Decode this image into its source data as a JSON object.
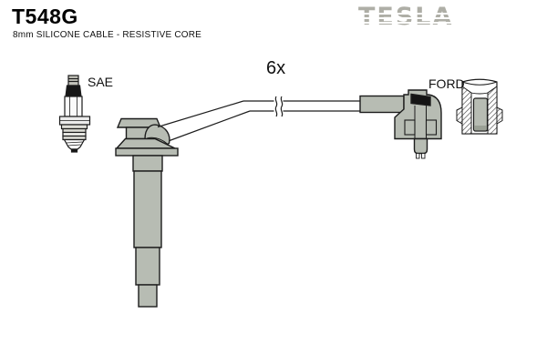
{
  "header": {
    "part_number": "T548G",
    "spec": "8mm SILICONE CABLE - RESISTIVE CORE",
    "brand": "TESLA"
  },
  "diagram": {
    "plug_type_label": "SAE",
    "qty_label": "6x",
    "connector_type_label": "FORD"
  },
  "icons": {
    "spark-plug-icon": "svg line drawing of spark plug",
    "coil-boot-icon": "svg drawing of long gray coil-on-plug boot",
    "ignition-cable-icon": "two parallel lines with break squiggle",
    "elbow-connector-icon": "gray right-angle boot connector",
    "connector-cross-section-icon": "hatched cut-away of FORD terminal cap"
  },
  "colors": {
    "background": "#ffffff",
    "line": "#1c1c1c",
    "fill_gray": "#b7bcb3",
    "logo_gray": "#aeaea6"
  }
}
